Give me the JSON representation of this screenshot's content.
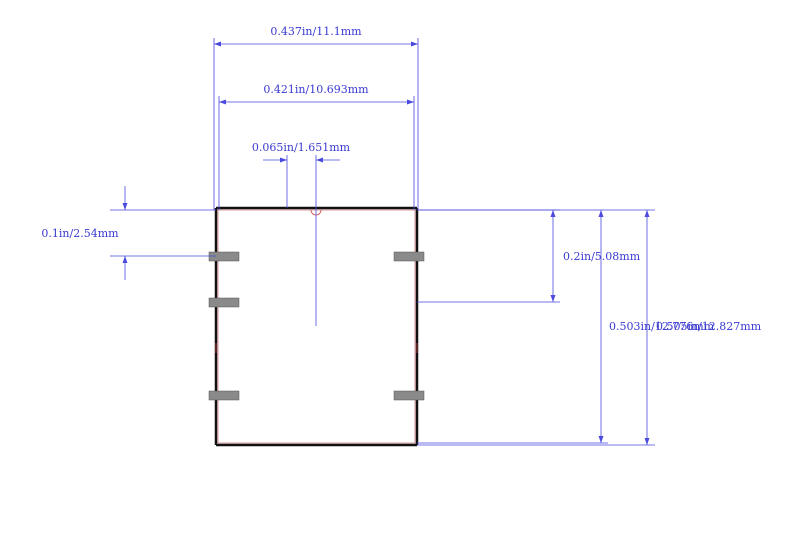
{
  "drawing": {
    "dimensions": {
      "overall_width": "0.437in/11.1mm",
      "pin_span_width": "0.421in/10.693mm",
      "pin_width": "0.065in/1.651mm",
      "pin_pitch": "0.1in/2.54mm",
      "pin_group_pitch": "0.2in/5.08mm",
      "body_height_a": "0.503in/12.776mm",
      "body_height_b": "0.505in/12.827mm"
    },
    "colors": {
      "dimension": "#4a4ae0",
      "outline": "#111111",
      "pin": "#8a8a8a",
      "marker": "#d04040"
    }
  }
}
